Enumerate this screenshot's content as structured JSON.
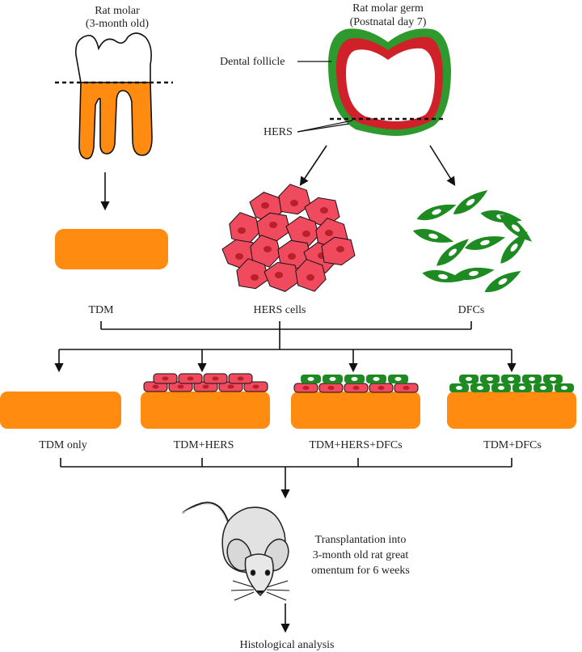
{
  "rat_molar": {
    "line1": "Rat molar",
    "line2": "(3-month old)"
  },
  "molar_germ": {
    "line1": "Rat molar germ",
    "line2": "(Postnatal day 7)",
    "dental_follicle": "Dental follicle",
    "hers": "HERS"
  },
  "sources": {
    "tdm": "TDM",
    "hers_cells": "HERS cells",
    "dfcs": "DFCs"
  },
  "groups": [
    "TDM only",
    "TDM+HERS",
    "TDM+HERS+DFCs",
    "TDM+DFCs"
  ],
  "transplant": {
    "line1": "Transplantation into",
    "line2": "3-month old rat great",
    "line3": "omentum for 6 weeks"
  },
  "final": "Histological analysis",
  "colors": {
    "tdm": "#FF8C10",
    "hers_cell": "#F04A5E",
    "hers_nucleus": "#B8202A",
    "dfc": "#1E8A22",
    "follicle_green": "#2E9A2E",
    "follicle_red": "#D0202A"
  }
}
